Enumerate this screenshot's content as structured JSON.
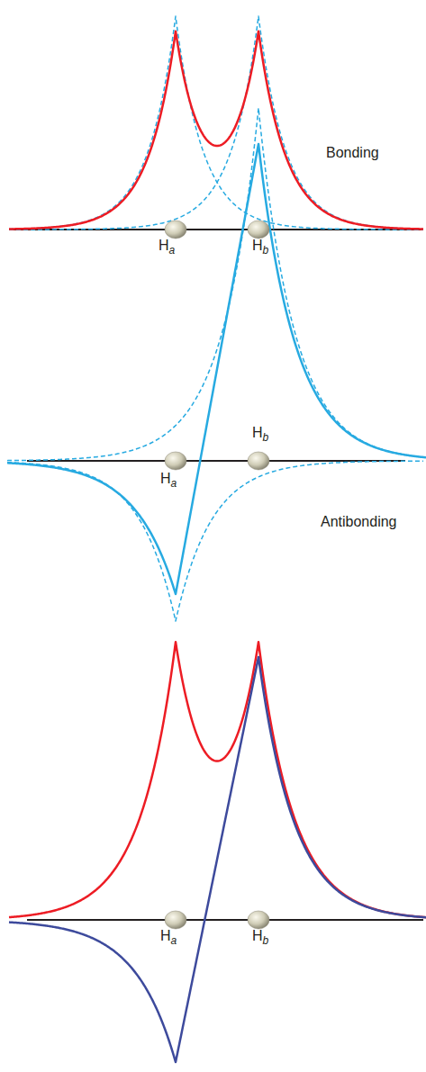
{
  "diagram": {
    "labels": [
      "Bonding",
      "Ha",
      "Hb",
      "Hb",
      "Ha",
      "Antibonding",
      "Ha",
      "Hb"
    ]
  }
}
